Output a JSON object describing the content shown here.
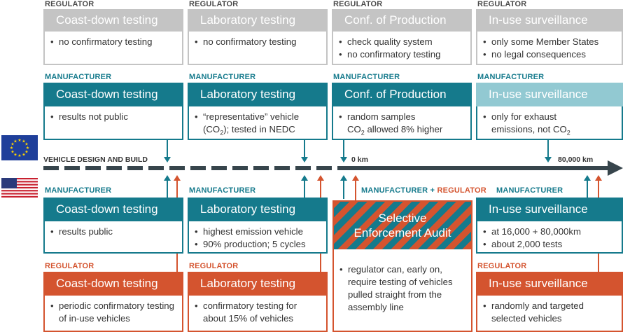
{
  "eu": {
    "regulator": [
      {
        "role": "REGULATOR",
        "title": "Coast-down testing",
        "bullets": [
          "no confirmatory testing"
        ]
      },
      {
        "role": "REGULATOR",
        "title": "Laboratory testing",
        "bullets": [
          "no confirmatory testing"
        ]
      },
      {
        "role": "REGULATOR",
        "title": "Conf. of Production",
        "bullets": [
          "check quality system",
          "no confirmatory testing"
        ]
      },
      {
        "role": "REGULATOR",
        "title": "In-use surveillance",
        "bullets": [
          "only some Member States",
          "no legal consequences"
        ]
      }
    ],
    "manufacturer": [
      {
        "role": "MANUFACTURER",
        "title": "Coast-down testing",
        "lines": [
          "results not public"
        ]
      },
      {
        "role": "MANUFACTURER",
        "title": "Laboratory testing",
        "line1": "“representative” vehicle",
        "line2a": "(CO",
        "line2sub": "2",
        "line2b": "); tested in NEDC"
      },
      {
        "role": "MANUFACTURER",
        "title": "Conf. of Production",
        "line1": "random samples",
        "line2a": "CO",
        "line2sub": "2",
        "line2b": " allowed 8% higher"
      },
      {
        "role": "MANUFACTURER",
        "title": "In-use surveillance",
        "line1": "only for exhaust",
        "line2a": "emissions, not CO",
        "line2sub": "2"
      }
    ]
  },
  "timeline": {
    "design_label": "VEHICLE DESIGN AND BUILD",
    "start_label": "0 km",
    "end_label": "80,000 km",
    "colors": {
      "teal": "#157a8c",
      "red": "#d4542f",
      "gray": "#c4c4c4",
      "dark": "#37454c"
    }
  },
  "us": {
    "mid_label_a": "MANUFACTURER",
    "mid_label_plus": " + ",
    "mid_label_b": "REGULATOR",
    "manufacturer": [
      {
        "role": "MANUFACTURER",
        "title": "Coast-down testing",
        "bullets": [
          "results public"
        ]
      },
      {
        "role": "MANUFACTURER",
        "title": "Laboratory testing",
        "bullets": [
          "highest emission vehicle",
          "90% production; 5 cycles"
        ]
      },
      {
        "role": "MANUFACTURER",
        "title": "In-use surveillance",
        "bullets": [
          "at 16,000 + 80,000km",
          "about 2,000 tests"
        ]
      }
    ],
    "sea": {
      "title1": "Selective",
      "title2": "Enforcement Audit",
      "bullet": "regulator can, early on, require testing of vehicles pulled straight from the assembly line"
    },
    "regulator": [
      {
        "role": "REGULATOR",
        "title": "Coast-down testing",
        "bullets": [
          "periodic confirmatory testing of in-use vehicles"
        ]
      },
      {
        "role": "REGULATOR",
        "title": "Laboratory testing",
        "bullets": [
          "confirmatory testing for about 15% of vehicles"
        ]
      },
      {
        "role": "REGULATOR",
        "title": "In-use surveillance",
        "bullets": [
          "randomly and targeted selected vehicles"
        ]
      }
    ]
  }
}
